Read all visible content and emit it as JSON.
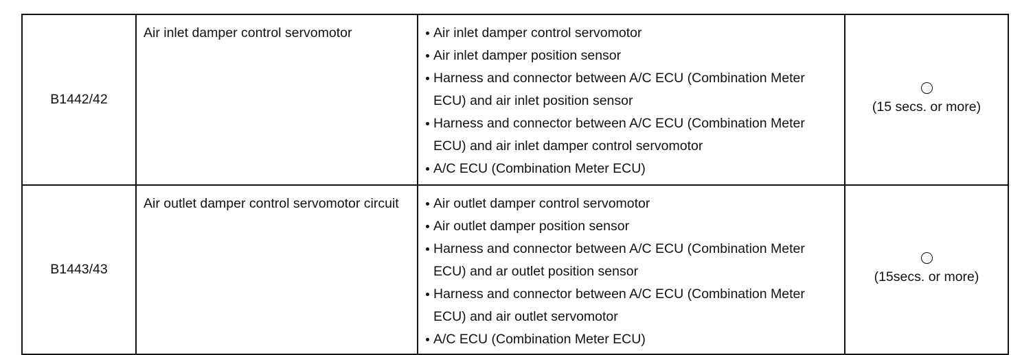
{
  "rows": [
    {
      "code": "B1442/42",
      "detection_item": "Air inlet damper control servomotor",
      "trouble_areas": [
        "Air inlet damper control servomotor",
        "Air inlet damper position sensor",
        "Harness and connector between A/C ECU (Combination Meter ECU) and air inlet position sensor",
        "Harness and connector between A/C ECU (Combination Meter ECU) and air inlet damper control servomotor",
        "A/C ECU (Combination Meter ECU)"
      ],
      "memory_symbol": "○",
      "memory_note": "(15 secs. or more)"
    },
    {
      "code": "B1443/43",
      "detection_item": "Air outlet damper control servomotor circuit",
      "trouble_areas": [
        "Air outlet damper control servomotor",
        "Air outlet damper position sensor",
        "Harness and connector between A/C ECU (Combination Meter ECU) and ar outlet position sensor",
        "Harness and connector between A/C ECU (Combination Meter ECU) and air outlet servomotor",
        "A/C ECU (Combination Meter ECU)"
      ],
      "memory_symbol": "○",
      "memory_note": "(15secs. or more)"
    }
  ]
}
